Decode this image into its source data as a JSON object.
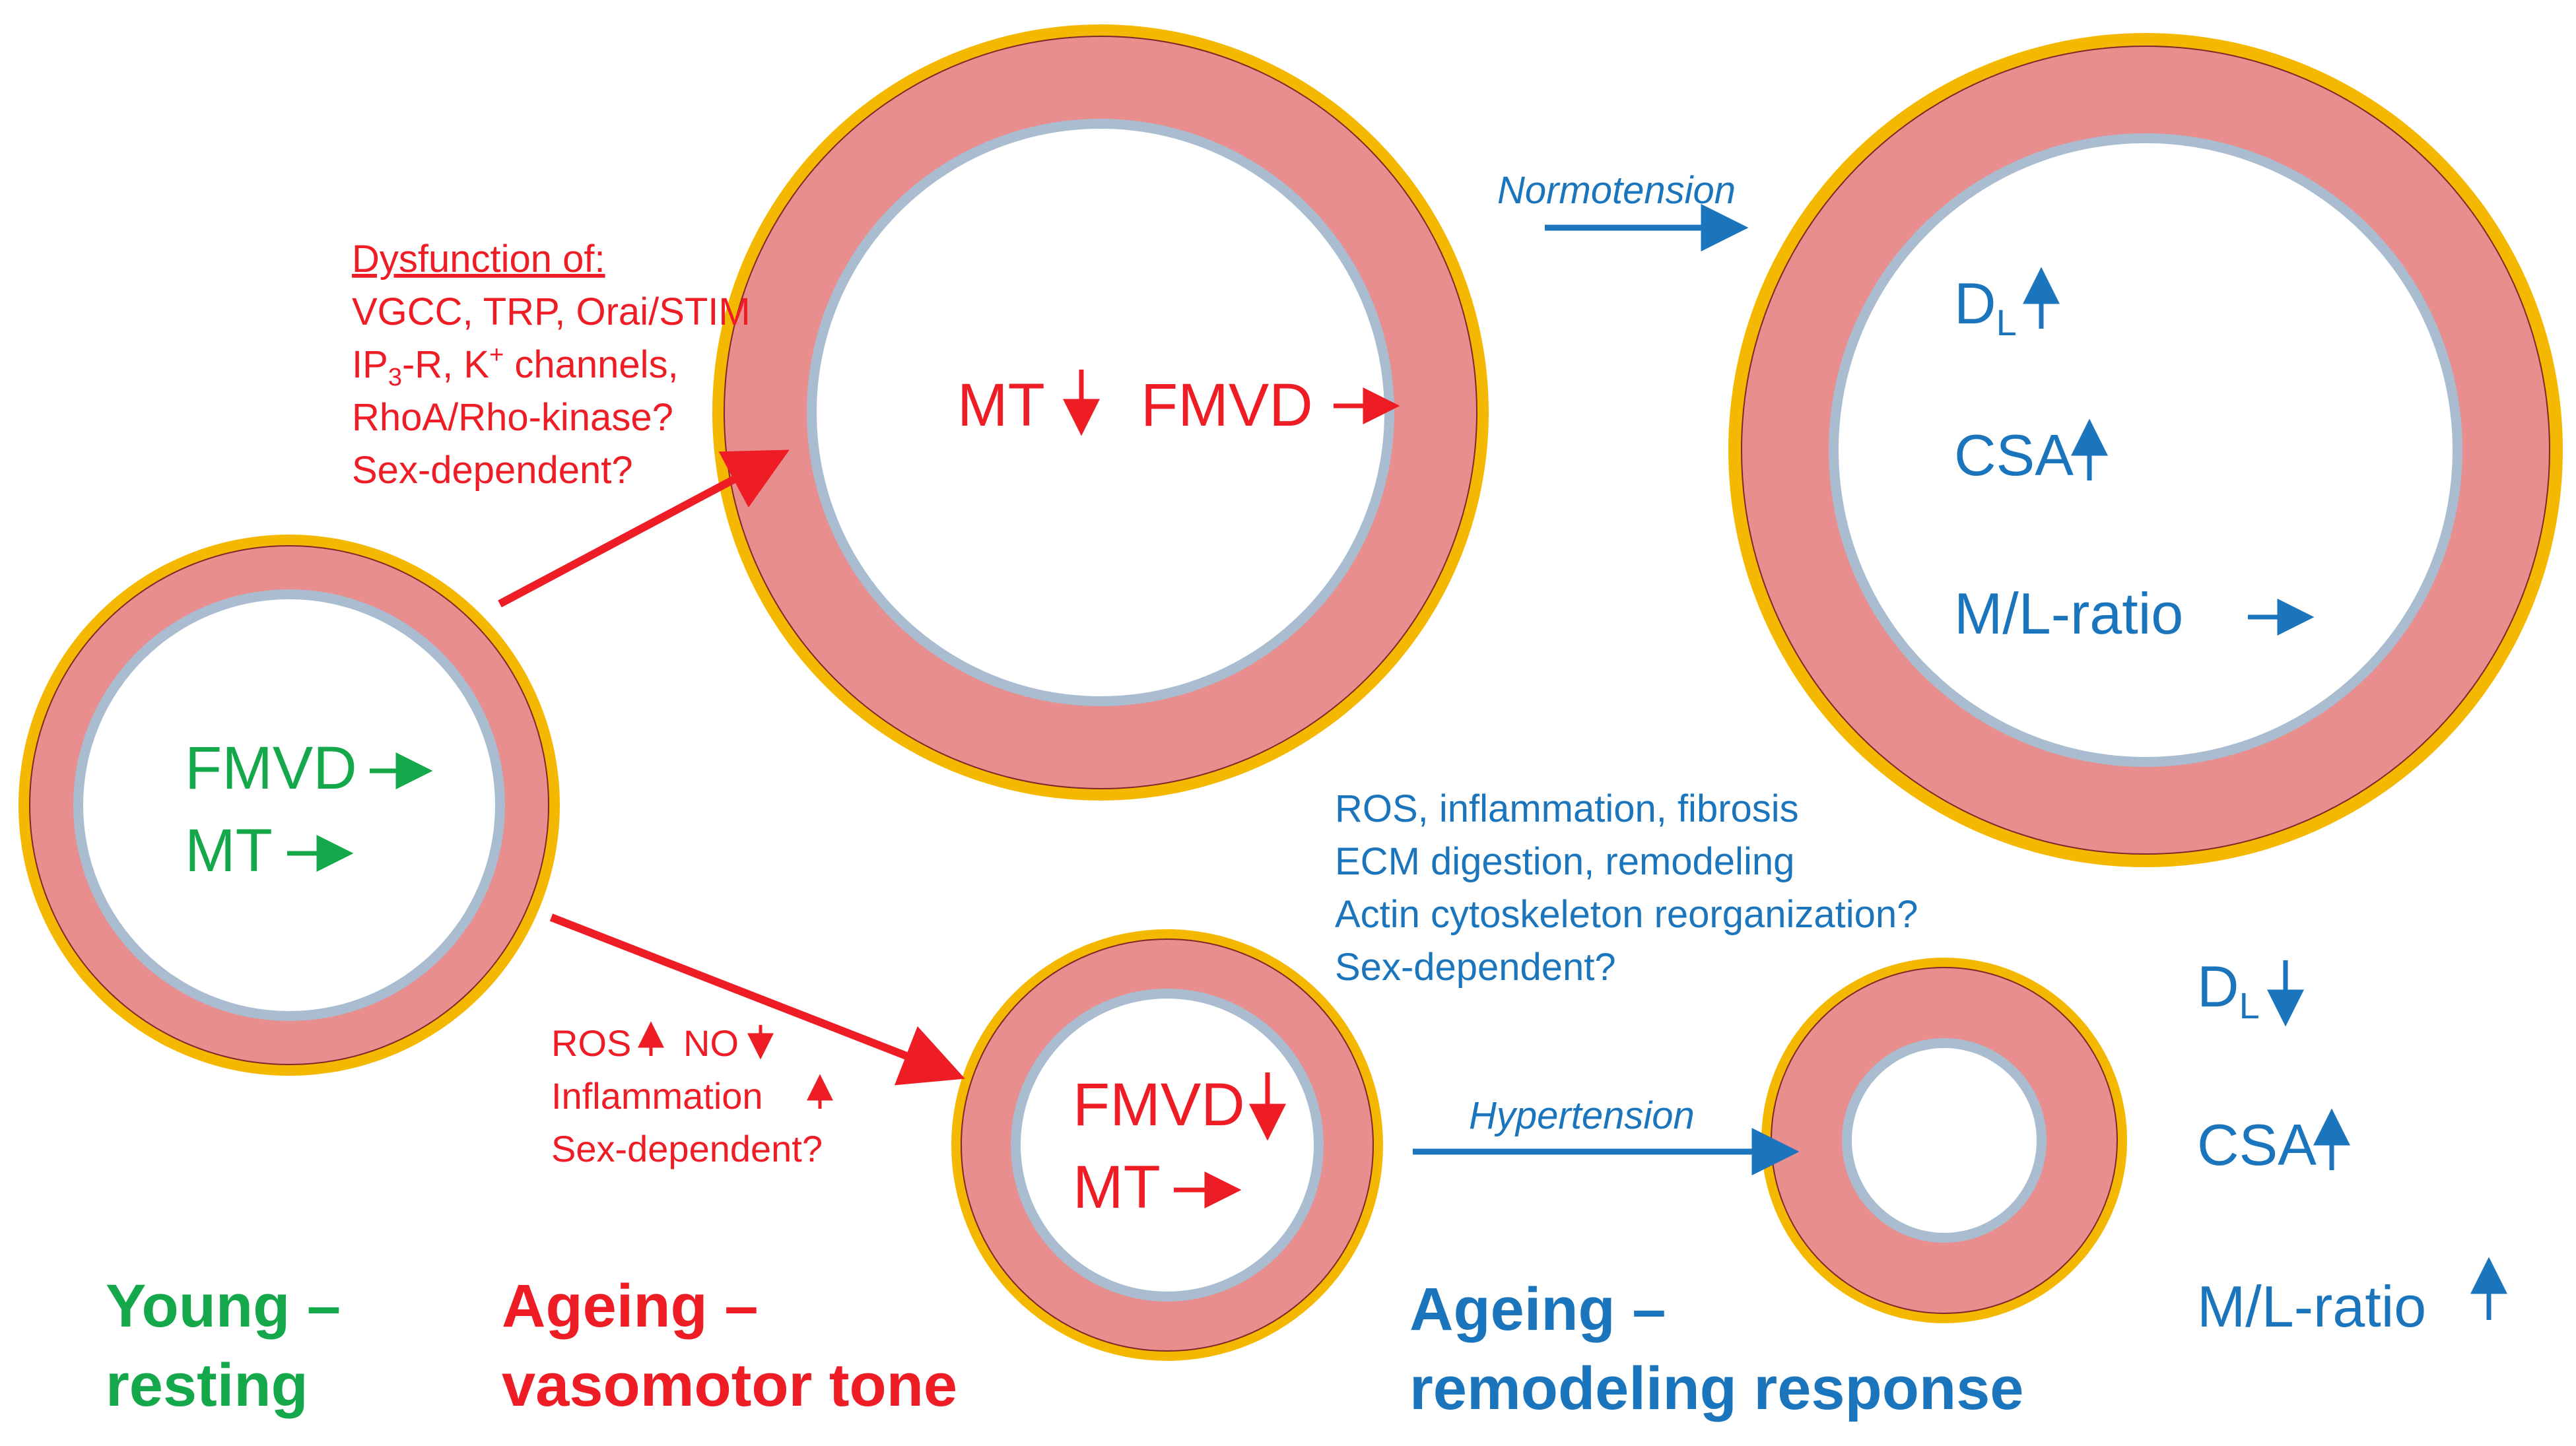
{
  "colors": {
    "green": "#14a84a",
    "red": "#ee1c24",
    "blue": "#1b75bc",
    "adventitia": "#f5b800",
    "media": "#e88e8e",
    "intima": "#a9bcd0"
  },
  "young": {
    "fmvd": "FMVD",
    "mt": "MT",
    "title_line1": "Young –",
    "title_line2": "resting"
  },
  "ageing_tone": {
    "upper_vessel": {
      "mt": "MT",
      "fmvd": "FMVD"
    },
    "lower_vessel": {
      "fmvd": "FMVD",
      "mt": "MT"
    },
    "upper_factors": {
      "heading": "Dysfunction of:",
      "line1": "VGCC, TRP, Orai/STIM",
      "line2_a": "IP",
      "line2_sub": "3",
      "line2_b": "-R, K",
      "line2_sup": "+",
      "line2_c": " channels,",
      "line3": "RhoA/Rho-kinase?",
      "line4": "Sex-dependent?"
    },
    "lower_factors": {
      "ros": "ROS",
      "no": "NO",
      "inflammation": "Inflammation",
      "sex": "Sex-dependent?"
    },
    "title_line1": "Ageing –",
    "title_line2": "vasomotor tone"
  },
  "remodeling": {
    "normotension_label": "Normotension",
    "hypertension_label": "Hypertension",
    "factors": [
      "ROS, inflammation, fibrosis",
      "ECM digestion, remodeling",
      "Actin cytoskeleton reorganization?",
      "Sex-dependent?"
    ],
    "normo": {
      "dl_main": "D",
      "dl_sub": "L",
      "csa": "CSA",
      "ml": "M/L-ratio"
    },
    "hyper": {
      "dl_main": "D",
      "dl_sub": "L",
      "csa": "CSA",
      "ml": "M/L-ratio"
    },
    "title_line1": "Ageing –",
    "title_line2": "remodeling response"
  }
}
